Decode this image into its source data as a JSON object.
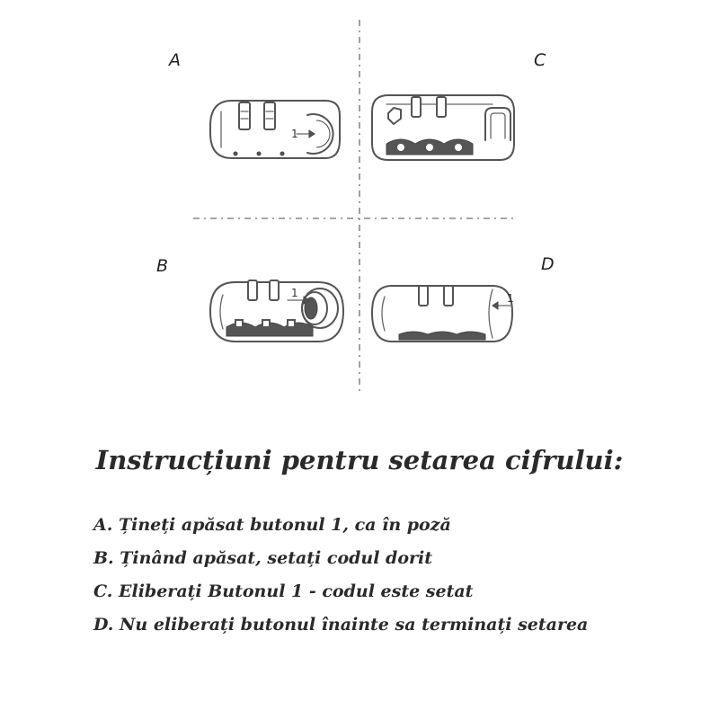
{
  "panels": {
    "a": {
      "label": "A",
      "callout": "1"
    },
    "b": {
      "label": "B",
      "callout": "1"
    },
    "c": {
      "label": "C"
    },
    "d": {
      "label": "D",
      "callout": "1"
    }
  },
  "instructions": {
    "title": "Instrucțiuni pentru setarea cifrului:",
    "steps": [
      "A. Țineți apăsat butonul 1, ca în poză",
      "B. Ținând apăsat, setați codul dorit",
      "C. Eliberați Butonul 1 - codul este setat",
      "D. Nu eliberați butonul înainte sa terminați setarea"
    ]
  }
}
